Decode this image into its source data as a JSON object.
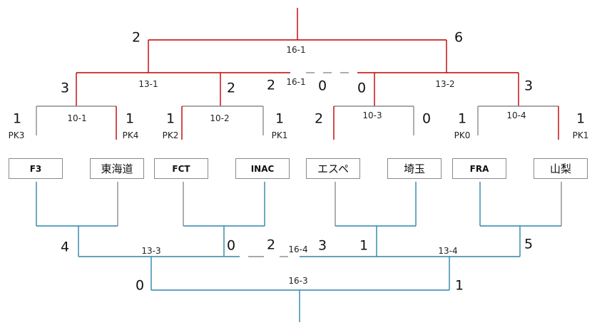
{
  "colors": {
    "winner": "#c00000",
    "loser": "#8c8c8c",
    "lower": "#2e86a8"
  },
  "teams": [
    {
      "name": "F3"
    },
    {
      "name": "東海道"
    },
    {
      "name": "FCT"
    },
    {
      "name": "INAC"
    },
    {
      "name": "エスペ"
    },
    {
      "name": "埼玉"
    },
    {
      "name": "FRA"
    },
    {
      "name": "山梨"
    }
  ],
  "top_bracket": {
    "round1": [
      {
        "label": "10-1",
        "score_left": "1",
        "score_right": "1",
        "pk_left": "PK3",
        "pk_right": "PK4"
      },
      {
        "label": "10-2",
        "score_left": "1",
        "score_right": "1",
        "pk_left": "PK2",
        "pk_right": "PK1"
      },
      {
        "label": "10-3",
        "score_left": "2",
        "score_right": "0"
      },
      {
        "label": "10-4",
        "score_left": "1",
        "score_right": "1",
        "pk_left": "PK0",
        "pk_right": "PK1"
      }
    ],
    "round2": [
      {
        "label": "13-1",
        "score_left": "3",
        "score_right": "2"
      },
      {
        "label": "13-2",
        "score_left": "0",
        "score_right": "3"
      }
    ],
    "consolation": {
      "label": "16-1",
      "score_left": "2",
      "score_right": "0"
    },
    "final": {
      "label": "16-1",
      "score_left": "2",
      "score_right": "6"
    }
  },
  "bottom_bracket": {
    "round2": [
      {
        "label": "13-3",
        "score_left": "4",
        "score_right": "0"
      },
      {
        "label": "13-4",
        "score_left": "1",
        "score_right": "5"
      }
    ],
    "consolation": {
      "label": "16-4",
      "score_left": "2",
      "score_right": "3"
    },
    "final": {
      "label": "16-3",
      "score_left": "0",
      "score_right": "1"
    }
  }
}
